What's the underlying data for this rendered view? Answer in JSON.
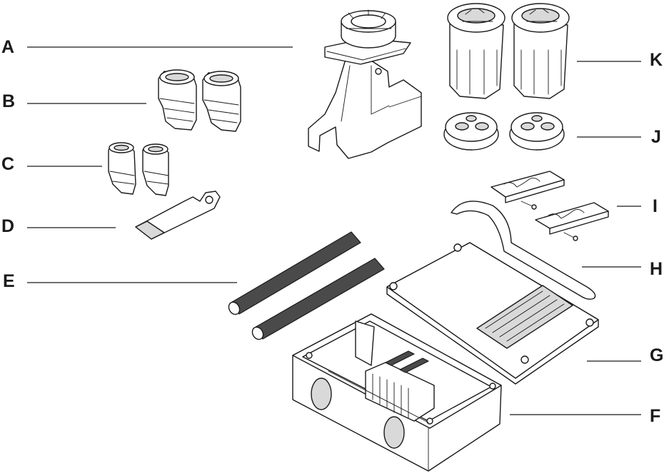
{
  "callouts": [
    {
      "id": "A",
      "label": "A"
    },
    {
      "id": "B",
      "label": "B"
    },
    {
      "id": "C",
      "label": "C"
    },
    {
      "id": "D",
      "label": "D"
    },
    {
      "id": "E",
      "label": "E"
    },
    {
      "id": "F",
      "label": "F"
    },
    {
      "id": "G",
      "label": "G"
    },
    {
      "id": "H",
      "label": "H"
    },
    {
      "id": "I",
      "label": "I"
    },
    {
      "id": "J",
      "label": "J"
    },
    {
      "id": "K",
      "label": "K"
    }
  ],
  "colors": {
    "ink": "#1a1a1a",
    "paper": "#ffffff",
    "shade": "#d9d9d9"
  }
}
